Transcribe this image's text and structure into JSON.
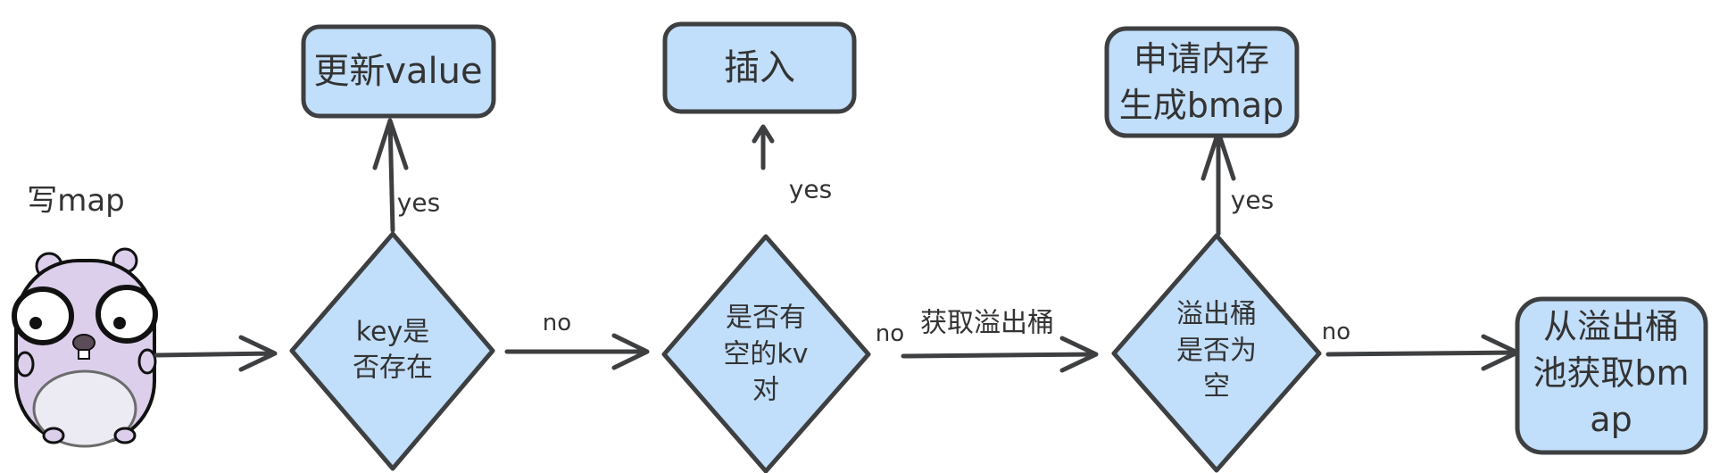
{
  "gopher": {
    "caption": "写map",
    "icon": "gopher-mascot-icon"
  },
  "nodes": {
    "update_value": {
      "lines": [
        "更新value"
      ]
    },
    "insert": {
      "lines": [
        "插入"
      ]
    },
    "alloc_bmap": {
      "lines": [
        "申请内存",
        "生成bmap"
      ]
    },
    "key_exists": {
      "lines": [
        "key是",
        "否存在"
      ]
    },
    "empty_kv": {
      "lines": [
        "是否有",
        "空的kv",
        "对"
      ]
    },
    "overflow_empty": {
      "lines": [
        "溢出桶",
        "是否为",
        "空"
      ]
    },
    "get_from_pool": {
      "lines": [
        "从溢出桶",
        "池获取bm",
        "ap"
      ]
    }
  },
  "edges": {
    "key_yes": "yes",
    "key_no": "no",
    "kv_yes": "yes",
    "kv_no": "no",
    "get_overflow": "获取溢出桶",
    "overflow_yes": "yes",
    "overflow_no": "no"
  },
  "colors": {
    "node_fill": "#c1defa",
    "stroke": "#3d3f41",
    "text": "#333333"
  }
}
